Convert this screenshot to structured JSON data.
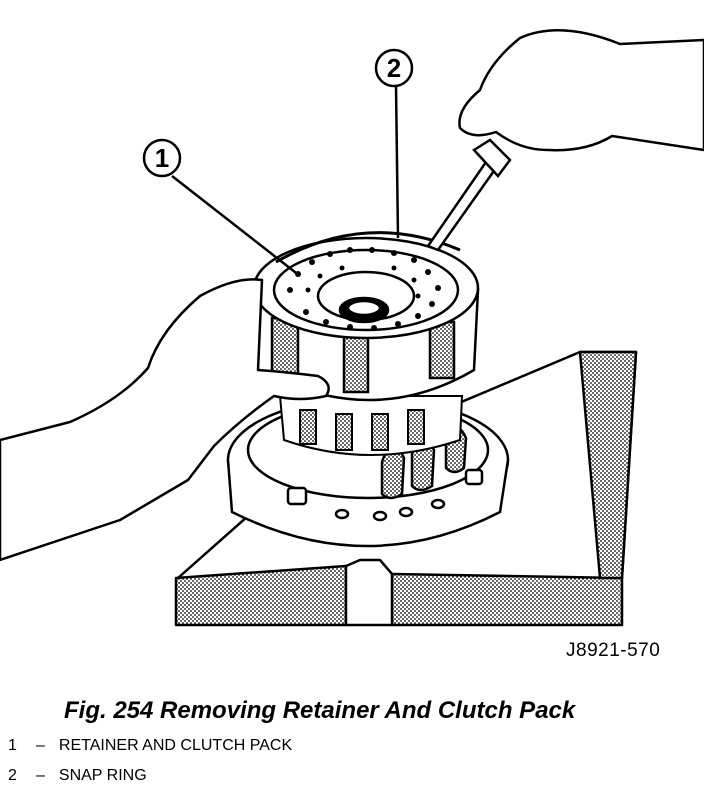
{
  "callouts": [
    {
      "number": "1",
      "label": "RETAINER AND CLUTCH PACK"
    },
    {
      "number": "2",
      "label": "SNAP RING"
    }
  ],
  "figure_id": "J8921-570",
  "caption": "Fig. 254 Removing Retainer And Clutch Pack",
  "legend_separator": "–",
  "colors": {
    "ink": "#000000",
    "paper": "#ffffff",
    "shade": "#9a9a9a"
  }
}
